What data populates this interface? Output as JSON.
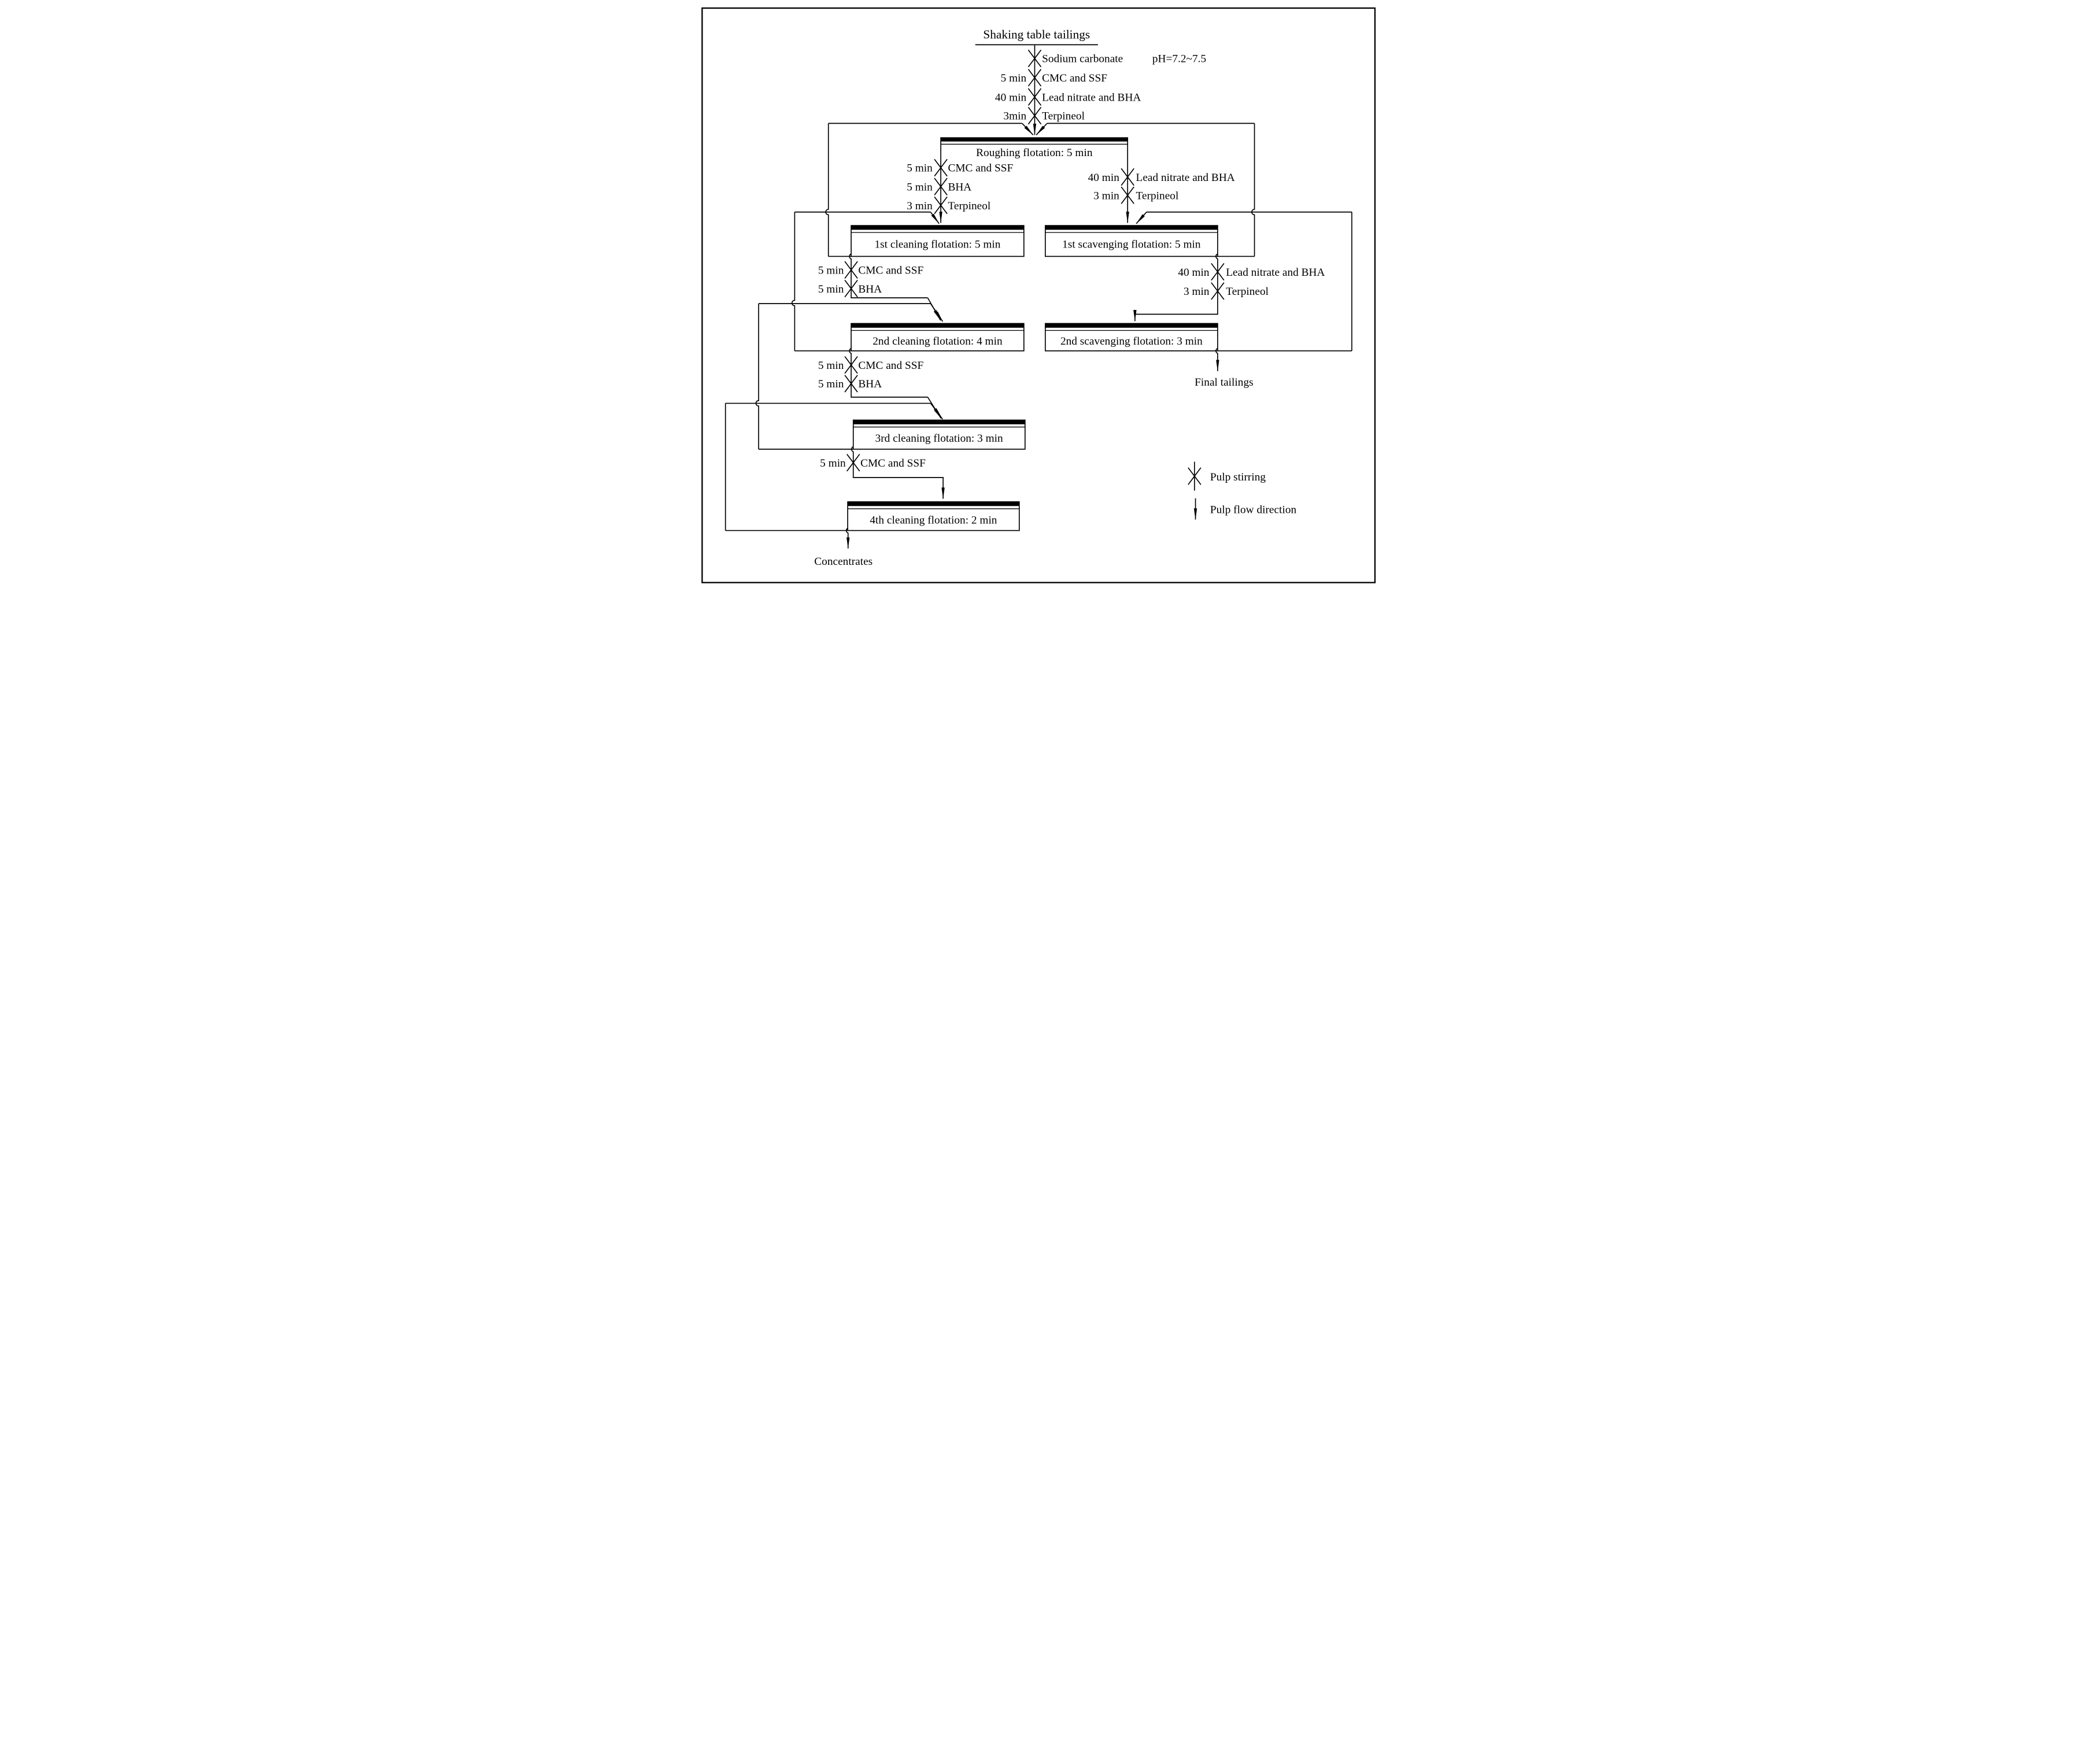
{
  "figure": {
    "title": "Shaking table tailings",
    "ph_note": "pH=7.2~7.5",
    "feed_reagents": [
      {
        "time": "",
        "name": "Sodium carbonate"
      },
      {
        "time": "5 min",
        "name": "CMC and SSF"
      },
      {
        "time": "40 min",
        "name": "Lead nitrate and BHA"
      },
      {
        "time": "3min",
        "name": "Terpineol"
      }
    ],
    "roughing": {
      "label": "Roughing flotation: 5 min",
      "concentrate_reagents": [
        {
          "time": "5 min",
          "name": "CMC and SSF"
        },
        {
          "time": "5 min",
          "name": "BHA"
        },
        {
          "time": "3 min",
          "name": "Terpineol"
        }
      ],
      "tailings_reagents": [
        {
          "time": "40 min",
          "name": "Lead nitrate and BHA"
        },
        {
          "time": "3 min",
          "name": "Terpineol"
        }
      ]
    },
    "cleaning1": {
      "label": "1st cleaning flotation: 5 min",
      "reagents": [
        {
          "time": "5 min",
          "name": "CMC and SSF"
        },
        {
          "time": "5 min",
          "name": "BHA"
        }
      ]
    },
    "cleaning2": {
      "label": "2nd cleaning flotation: 4 min",
      "reagents": [
        {
          "time": "5 min",
          "name": "CMC and SSF"
        },
        {
          "time": "5 min",
          "name": "BHA"
        }
      ]
    },
    "cleaning3": {
      "label": "3rd cleaning flotation: 3 min",
      "reagents": [
        {
          "time": "5 min",
          "name": "CMC and SSF"
        }
      ]
    },
    "cleaning4": {
      "label": "4th cleaning flotation: 2 min"
    },
    "scavenging1": {
      "label": "1st scavenging flotation: 5 min",
      "reagents": [
        {
          "time": "40 min",
          "name": "Lead nitrate and BHA"
        },
        {
          "time": "3 min",
          "name": "Terpineol"
        }
      ]
    },
    "scavenging2": {
      "label": "2nd scavenging flotation: 3 min"
    },
    "outputs": {
      "concentrates": "Concentrates",
      "final_tailings": "Final tailings"
    },
    "legend": {
      "stirring": "Pulp stirring",
      "flow": "Pulp flow direction"
    },
    "colors": {
      "ink": "#000000",
      "background": "#ffffff"
    }
  }
}
